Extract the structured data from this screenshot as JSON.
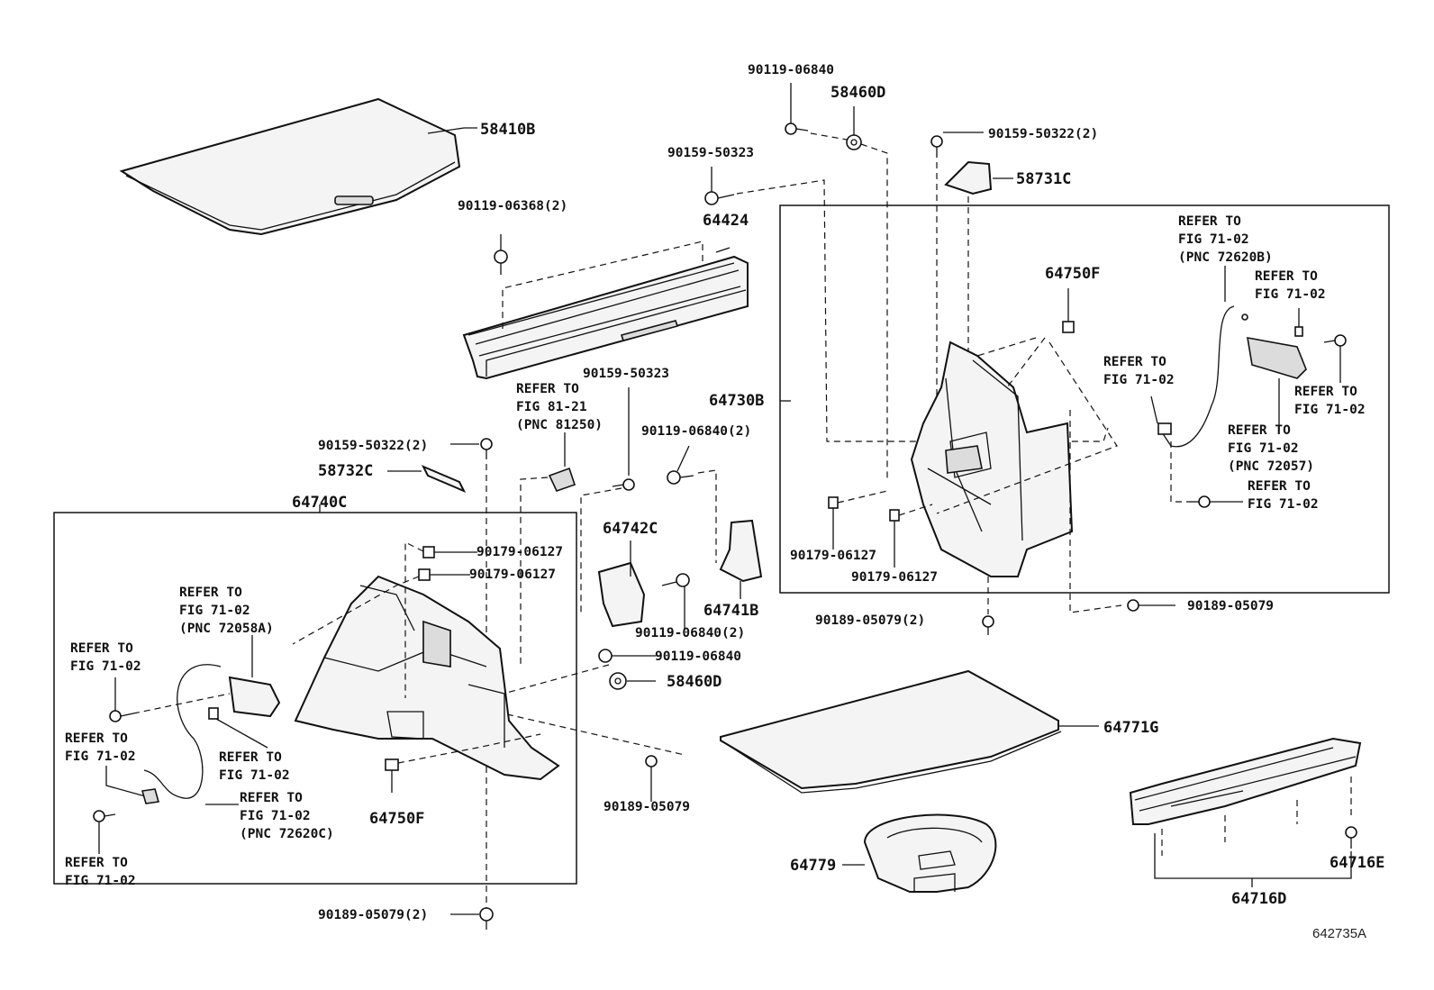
{
  "diagram": {
    "figure_id": "642735A",
    "labels": [
      {
        "id": "p58410B",
        "text": "58410B"
      },
      {
        "id": "p90119_06840_top",
        "text": "90119-06840"
      },
      {
        "id": "p58460D_top",
        "text": "58460D"
      },
      {
        "id": "p90159_50322_2_top",
        "text": "90159-50322(2)"
      },
      {
        "id": "p58731C",
        "text": "58731C"
      },
      {
        "id": "p90159_50323_top",
        "text": "90159-50323"
      },
      {
        "id": "p64424",
        "text": "64424"
      },
      {
        "id": "p90119_06368_2",
        "text": "90119-06368(2)"
      },
      {
        "id": "r_72620B_1",
        "text": "REFER TO"
      },
      {
        "id": "r_72620B_2",
        "text": "FIG 71-02"
      },
      {
        "id": "r_72620B_3",
        "text": "(PNC 72620B)"
      },
      {
        "id": "r_tr1_1",
        "text": "REFER TO"
      },
      {
        "id": "r_tr1_2",
        "text": "FIG 71-02"
      },
      {
        "id": "p64750F_right",
        "text": "64750F"
      },
      {
        "id": "p64730B",
        "text": "64730B"
      },
      {
        "id": "r_mid1_1",
        "text": "REFER TO"
      },
      {
        "id": "r_mid1_2",
        "text": "FIG 71-02"
      },
      {
        "id": "r_tr2_1",
        "text": "REFER TO"
      },
      {
        "id": "r_tr2_2",
        "text": "FIG 71-02"
      },
      {
        "id": "r_72057_1",
        "text": "REFER TO"
      },
      {
        "id": "r_72057_2",
        "text": "FIG 71-02"
      },
      {
        "id": "r_72057_3",
        "text": "(PNC 72057)"
      },
      {
        "id": "r_tr3_1",
        "text": "REFER TO"
      },
      {
        "id": "r_tr3_2",
        "text": "FIG 71-02"
      },
      {
        "id": "r_81250_1",
        "text": "REFER TO"
      },
      {
        "id": "r_81250_2",
        "text": "FIG 81-21"
      },
      {
        "id": "r_81250_3",
        "text": "(PNC 81250)"
      },
      {
        "id": "p90159_50323_mid",
        "text": "90159-50323"
      },
      {
        "id": "p90119_06840_2_mid",
        "text": "90119-06840(2)"
      },
      {
        "id": "p90159_50322_2_left",
        "text": "90159-50322(2)"
      },
      {
        "id": "p58732C",
        "text": "58732C"
      },
      {
        "id": "p64740C",
        "text": "64740C"
      },
      {
        "id": "p64742C",
        "text": "64742C"
      },
      {
        "id": "p90179_06127_a",
        "text": "90179-06127"
      },
      {
        "id": "p90179_06127_b",
        "text": "90179-06127"
      },
      {
        "id": "p64741B",
        "text": "64741B"
      },
      {
        "id": "p90119_06840_2_low",
        "text": "90119-06840(2)"
      },
      {
        "id": "p90119_06840_low",
        "text": "90119-06840"
      },
      {
        "id": "p58460D_low",
        "text": "58460D"
      },
      {
        "id": "r_72058A_1",
        "text": "REFER TO"
      },
      {
        "id": "r_72058A_2",
        "text": "FIG 71-02"
      },
      {
        "id": "r_72058A_3",
        "text": "(PNC 72058A)"
      },
      {
        "id": "r_l1_1",
        "text": "REFER TO"
      },
      {
        "id": "r_l1_2",
        "text": "FIG 71-02"
      },
      {
        "id": "r_l2_1",
        "text": "REFER TO"
      },
      {
        "id": "r_l2_2",
        "text": "FIG 71-02"
      },
      {
        "id": "r_l3_1",
        "text": "REFER TO"
      },
      {
        "id": "r_l3_2",
        "text": "FIG 71-02"
      },
      {
        "id": "r_72620C_1",
        "text": "REFER TO"
      },
      {
        "id": "r_72620C_2",
        "text": "FIG 71-02"
      },
      {
        "id": "r_72620C_3",
        "text": "(PNC 72620C)"
      },
      {
        "id": "r_l4_1",
        "text": "REFER TO"
      },
      {
        "id": "r_l4_2",
        "text": "FIG 71-02"
      },
      {
        "id": "p64750F_left",
        "text": "64750F"
      },
      {
        "id": "p90189_05079_mid",
        "text": "90189-05079"
      },
      {
        "id": "p90189_05079_2_bottom",
        "text": "90189-05079(2)"
      },
      {
        "id": "p90179_06127_c",
        "text": "90179-06127"
      },
      {
        "id": "p90179_06127_d",
        "text": "90179-06127"
      },
      {
        "id": "p90189_05079_2_right",
        "text": "90189-05079(2)"
      },
      {
        "id": "p90189_05079_right",
        "text": "90189-05079"
      },
      {
        "id": "p64771G",
        "text": "64771G"
      },
      {
        "id": "p64779",
        "text": "64779"
      },
      {
        "id": "p64716E",
        "text": "64716E"
      },
      {
        "id": "p64716D",
        "text": "64716D"
      }
    ]
  }
}
